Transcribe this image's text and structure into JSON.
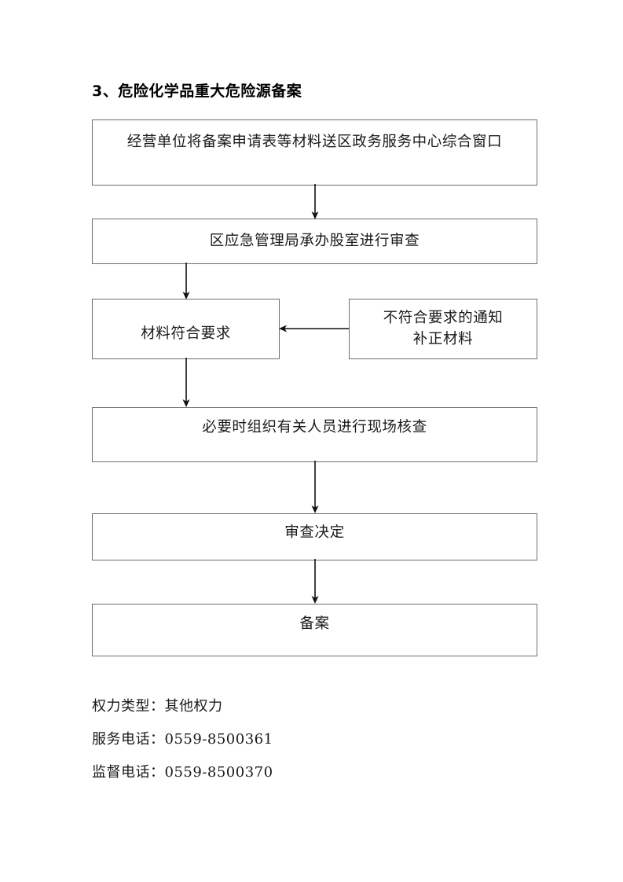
{
  "document": {
    "title": "3、危险化学品重大危险源备案"
  },
  "flowchart": {
    "type": "flowchart",
    "orientation": "vertical",
    "nodes": [
      {
        "id": "intake",
        "label": "经营单位将备案申请表等材料送区政务服务中心综合窗口"
      },
      {
        "id": "review",
        "label": "区应急管理局承办股室进行审查"
      },
      {
        "id": "compliant",
        "label": "材料符合要求"
      },
      {
        "id": "notify",
        "label": "不符合要求的通知\n补正材料"
      },
      {
        "id": "onsite",
        "label": "必要时组织有关人员进行现场核查"
      },
      {
        "id": "decision",
        "label": "审查决定"
      },
      {
        "id": "filing",
        "label": "备案"
      }
    ],
    "edges": [
      {
        "from": "intake",
        "to": "review",
        "direction": "down"
      },
      {
        "from": "review",
        "to": "compliant",
        "direction": "down"
      },
      {
        "from": "notify",
        "to": "compliant",
        "direction": "left"
      },
      {
        "from": "compliant",
        "to": "onsite",
        "direction": "down"
      },
      {
        "from": "onsite",
        "to": "decision",
        "direction": "down"
      },
      {
        "from": "decision",
        "to": "filing",
        "direction": "down"
      }
    ]
  },
  "footer": {
    "power_type": "权力类型：其他权力",
    "service_phone": "服务电话：0559-8500361",
    "supervision_phone": "监督电话：0559-8500370"
  },
  "colors": {
    "box_border": "#6e6e6e",
    "text": "#1a1a1a",
    "connector": "#111111"
  }
}
